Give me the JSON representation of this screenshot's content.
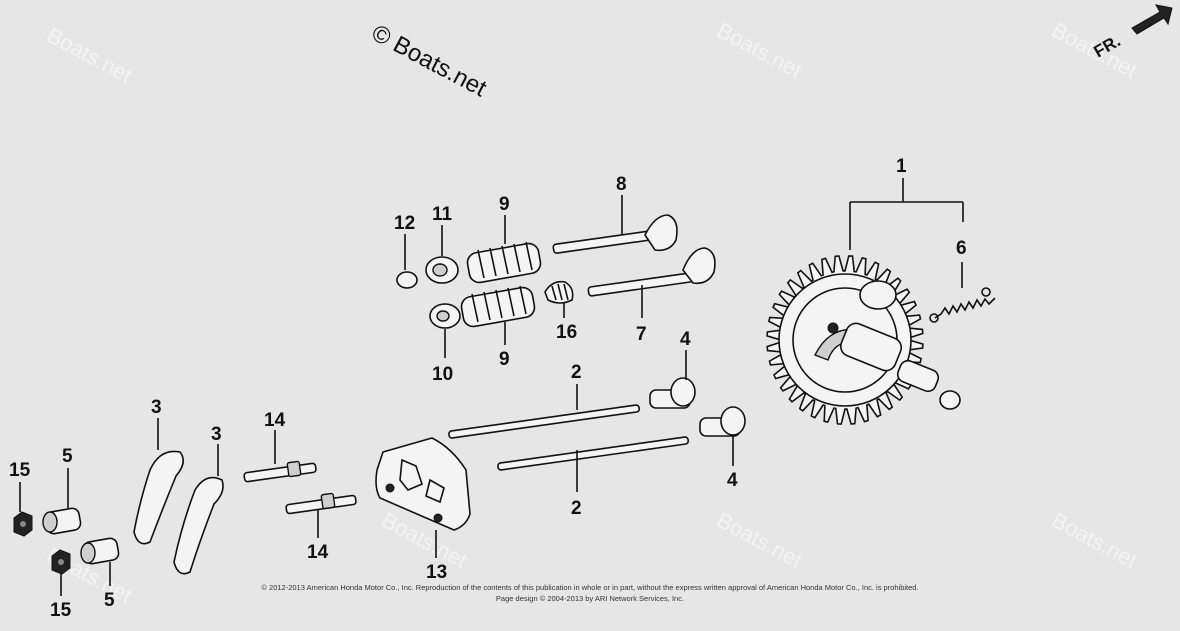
{
  "watermark": {
    "text": "© Boats.net",
    "tile_text": "Boats.net"
  },
  "direction_label": "FR.",
  "callouts": [
    "1",
    "2",
    "2",
    "3",
    "3",
    "4",
    "4",
    "5",
    "5",
    "6",
    "7",
    "8",
    "9",
    "9",
    "10",
    "11",
    "12",
    "13",
    "14",
    "14",
    "15",
    "15",
    "16"
  ],
  "footer": {
    "line1": "© 2012-2013 American Honda Motor Co., Inc. Reproduction of the contents of this publication in whole or in part, without the express written approval of American Honda Motor Co., Inc. is prohibited.",
    "line2": "Page design © 2004-2013 by ARI Network Services, Inc."
  }
}
